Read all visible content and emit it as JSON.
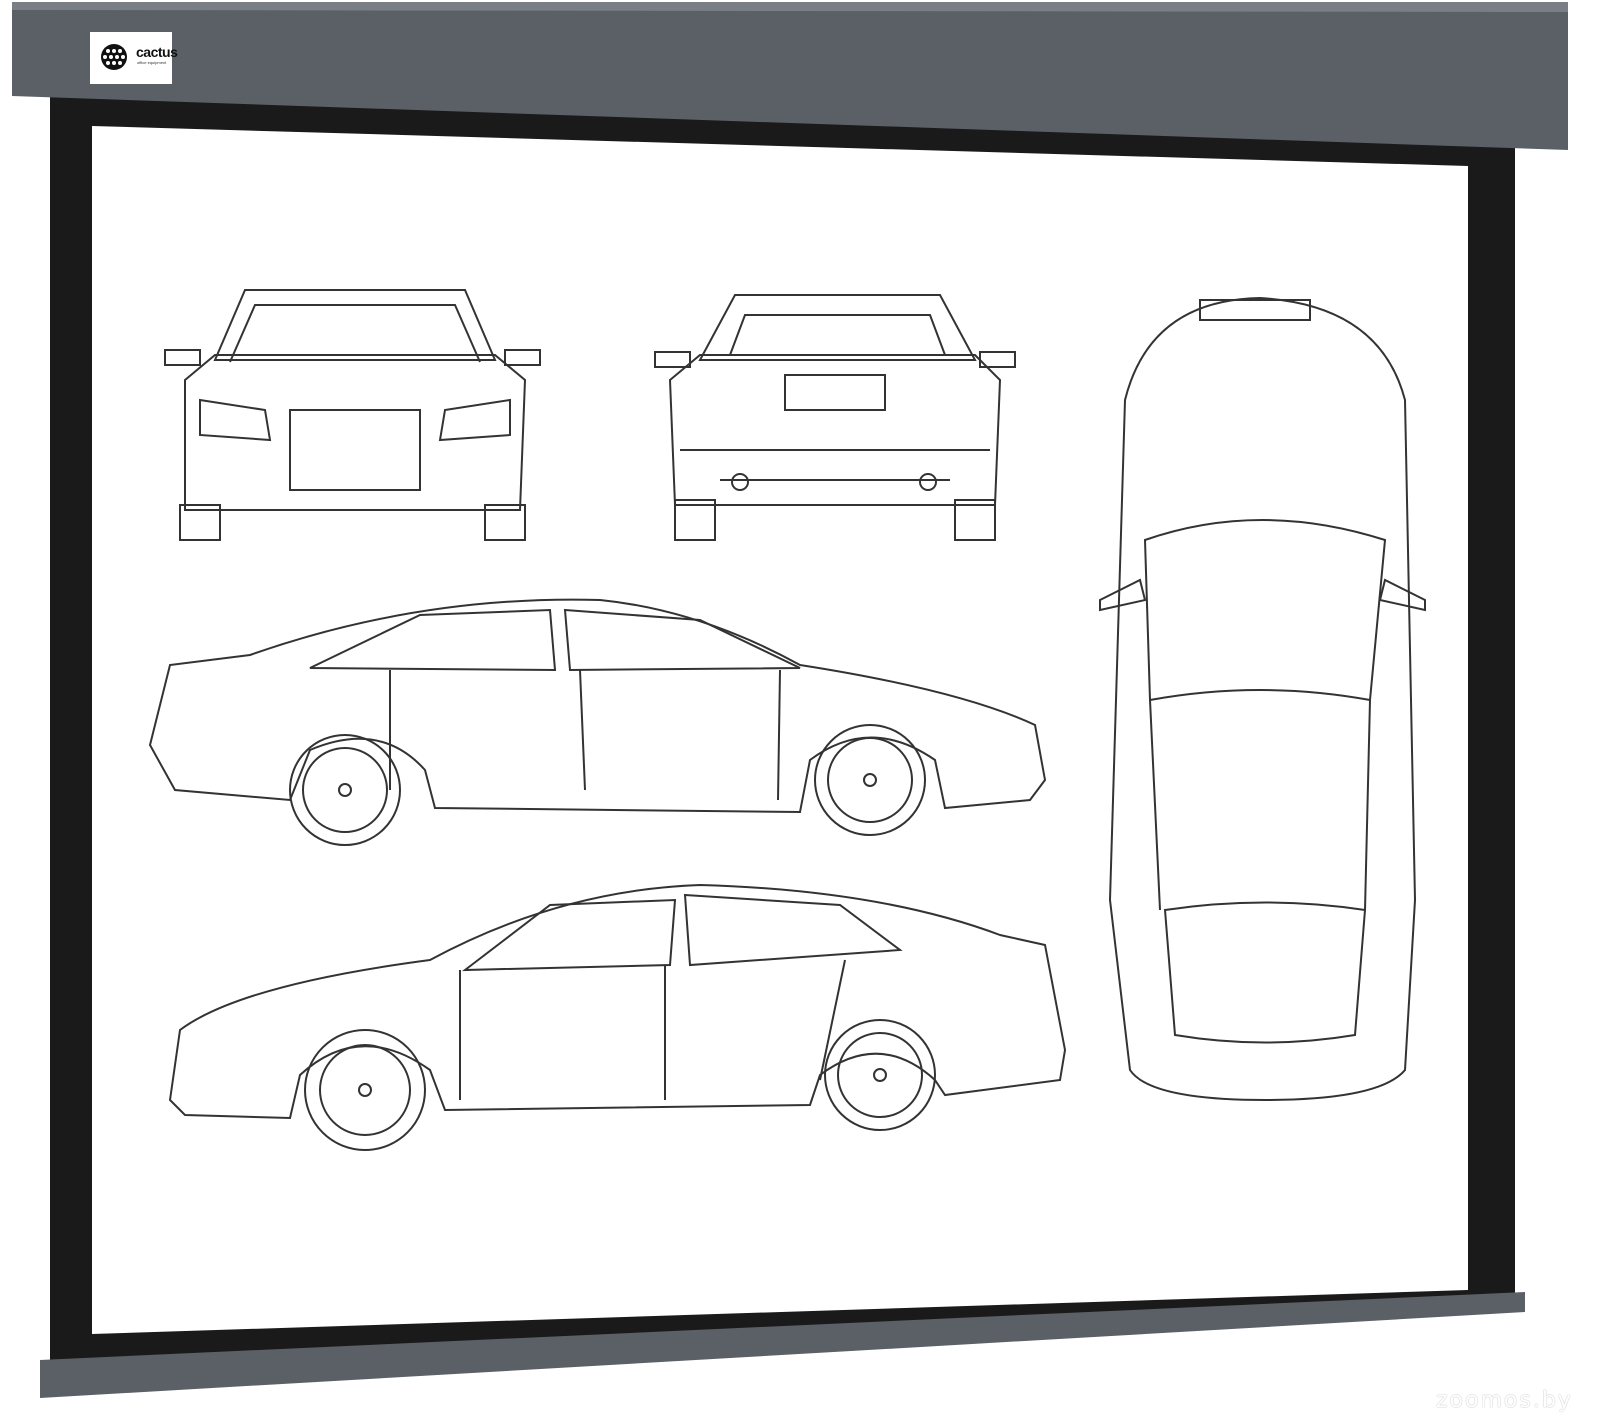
{
  "product": {
    "logo": {
      "brand": "cactus",
      "tagline": "office equipment"
    },
    "watermark": "zoomos.by",
    "colors": {
      "housing": "#5b6067",
      "frame": "#1a1a1a",
      "surface": "#ffffff",
      "line_art": "#333333"
    }
  }
}
